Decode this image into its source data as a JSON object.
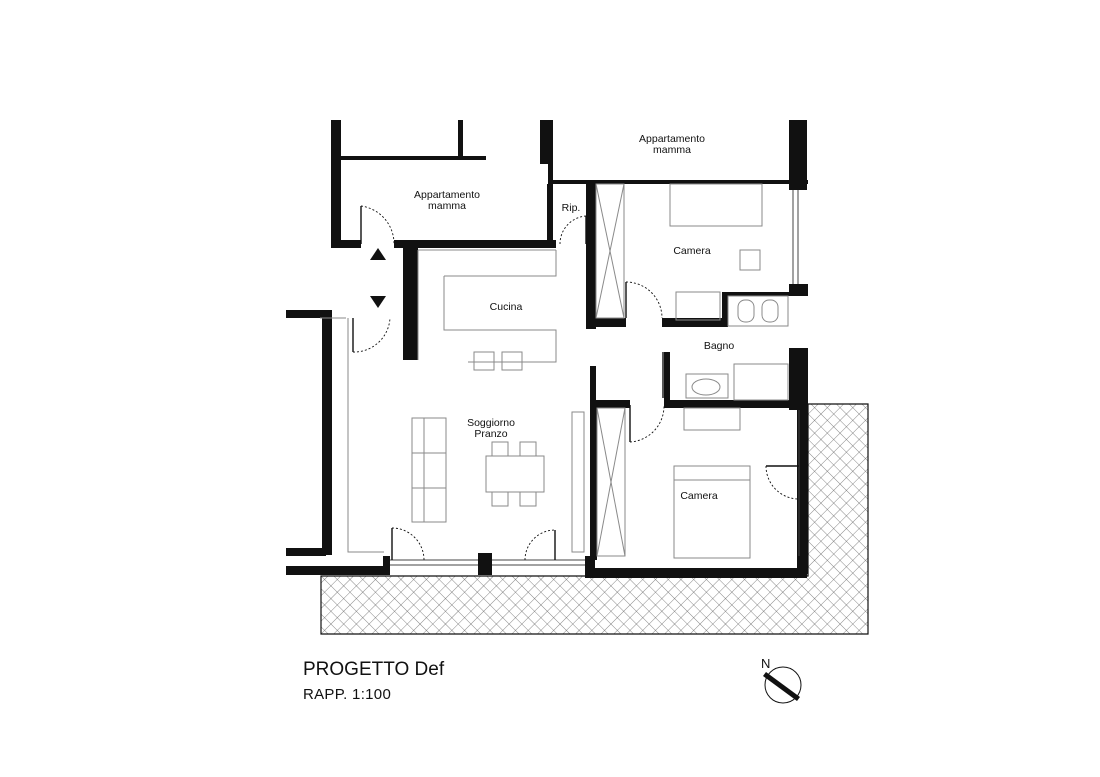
{
  "project": {
    "title": "PROGETTO Def",
    "scale": "RAPP. 1:100"
  },
  "rooms": {
    "appartamento_top_right": [
      "Appartamento",
      "mamma"
    ],
    "appartamento_top_left": [
      "Appartamento",
      "mamma"
    ],
    "ripostiglio": "Rip.",
    "camera_1": "Camera",
    "cucina": "Cucina",
    "bagno": "Bagno",
    "soggiorno": [
      "Soggiorno",
      "Pranzo"
    ],
    "camera_2": "Camera"
  },
  "compass": {
    "label": "N"
  },
  "colors": {
    "wall": "#111111",
    "furniture": "#9a9a9a",
    "thin": "#777777",
    "terrace_hatch": "#555555",
    "background": "#ffffff"
  },
  "icons": [
    "arrow-up-icon",
    "arrow-down-icon",
    "north-compass-icon"
  ]
}
